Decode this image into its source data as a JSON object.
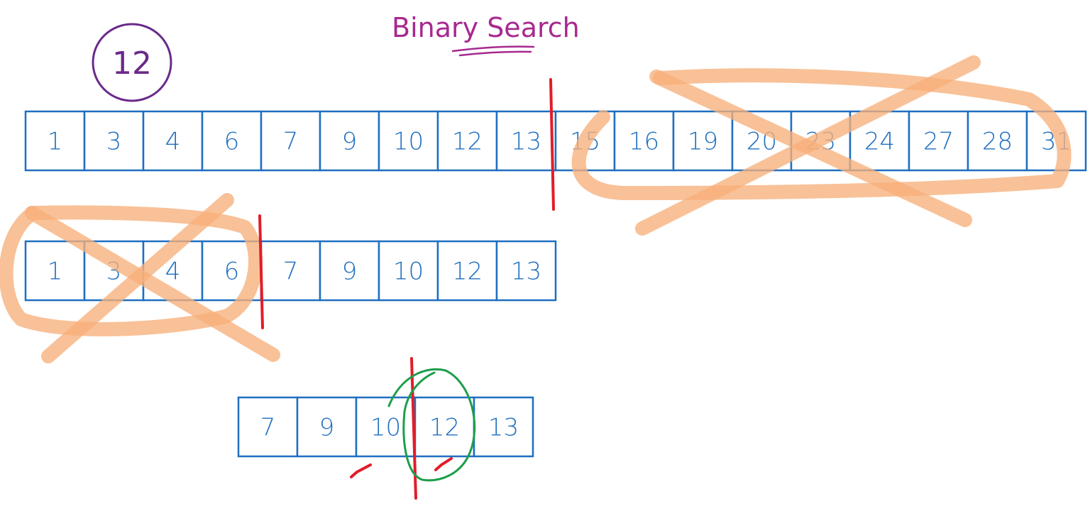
{
  "title": "Binary Search",
  "target": "12",
  "rows": [
    {
      "values": [
        "1",
        "3",
        "4",
        "6",
        "7",
        "9",
        "10",
        "12",
        "13",
        "15",
        "16",
        "19",
        "20",
        "23",
        "24",
        "27",
        "28",
        "31"
      ]
    },
    {
      "values": [
        "1",
        "3",
        "4",
        "6",
        "7",
        "9",
        "10",
        "12",
        "13"
      ]
    },
    {
      "values": [
        "7",
        "9",
        "10",
        "12",
        "13"
      ]
    }
  ],
  "colors": {
    "cells": "#1f6fc0",
    "title": "#a7298f",
    "target_circle": "#6a2a8a",
    "eliminated": "#f7b07a",
    "midpoint": "#e11d2a",
    "found": "#1e9e4a"
  }
}
